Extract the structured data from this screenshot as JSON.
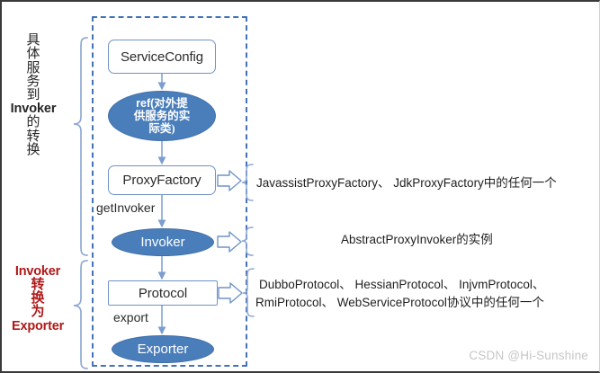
{
  "diagram": {
    "title_watermark": "CSDN @Hi-Sunshine",
    "left_labels": [
      {
        "id": "service-to-invoker",
        "color": "#262626",
        "chars": [
          "具",
          "体",
          "服",
          "务",
          "到",
          "Invoker",
          "的",
          "转",
          "换"
        ],
        "text": "具体服务到Invoker的转换"
      },
      {
        "id": "invoker-to-exporter",
        "color": "#b01818",
        "chars": [
          "Invoker",
          "转",
          "换",
          "为",
          "Exporter"
        ],
        "text": "Invoker转换为Exporter"
      }
    ],
    "nodes": [
      {
        "id": "service-config",
        "label": "ServiceConfig",
        "shape": "rounded-box"
      },
      {
        "id": "ref",
        "label": "ref(对外提供服务的实际类)",
        "shape": "ellipse",
        "lines": [
          "ref(对外提",
          "供服务的实",
          "际类)"
        ]
      },
      {
        "id": "proxy-factory",
        "label": "ProxyFactory",
        "shape": "rounded-box"
      },
      {
        "id": "invoker",
        "label": "Invoker",
        "shape": "ellipse"
      },
      {
        "id": "protocol",
        "label": "Protocol",
        "shape": "box"
      },
      {
        "id": "exporter",
        "label": "Exporter",
        "shape": "ellipse"
      }
    ],
    "edge_labels": [
      {
        "id": "get-invoker",
        "label": "getInvoker"
      },
      {
        "id": "export",
        "label": "export"
      }
    ],
    "descriptions": [
      {
        "id": "proxy-factory-impls",
        "for": "ProxyFactory",
        "lines": [
          "JavassistProxyFactory、 JdkProxyFactory中的任何一个"
        ],
        "text": "JavassistProxyFactory、 JdkProxyFactory中的任何一个"
      },
      {
        "id": "invoker-impls",
        "for": "Invoker",
        "lines": [
          "AbstractProxyInvoker的实例"
        ],
        "text": "AbstractProxyInvoker的实例"
      },
      {
        "id": "protocol-impls",
        "for": "Protocol",
        "lines": [
          "DubboProtocol、 HessianProtocol、 InjvmProtocol、",
          "RmiProtocol、 WebServiceProtocol协议中的任何一个"
        ],
        "text": "DubboProtocol、HessianProtocol、InjvmProtocol、RmiProtocol、WebServiceProtocol协议中的任何一个"
      }
    ],
    "colors": {
      "accent_blue": "#4a7ebb",
      "border_blue": "#6f93c8",
      "dashed_blue": "#4472b8",
      "red_text": "#b01818",
      "watermark_gray": "#c6c6c6"
    }
  }
}
